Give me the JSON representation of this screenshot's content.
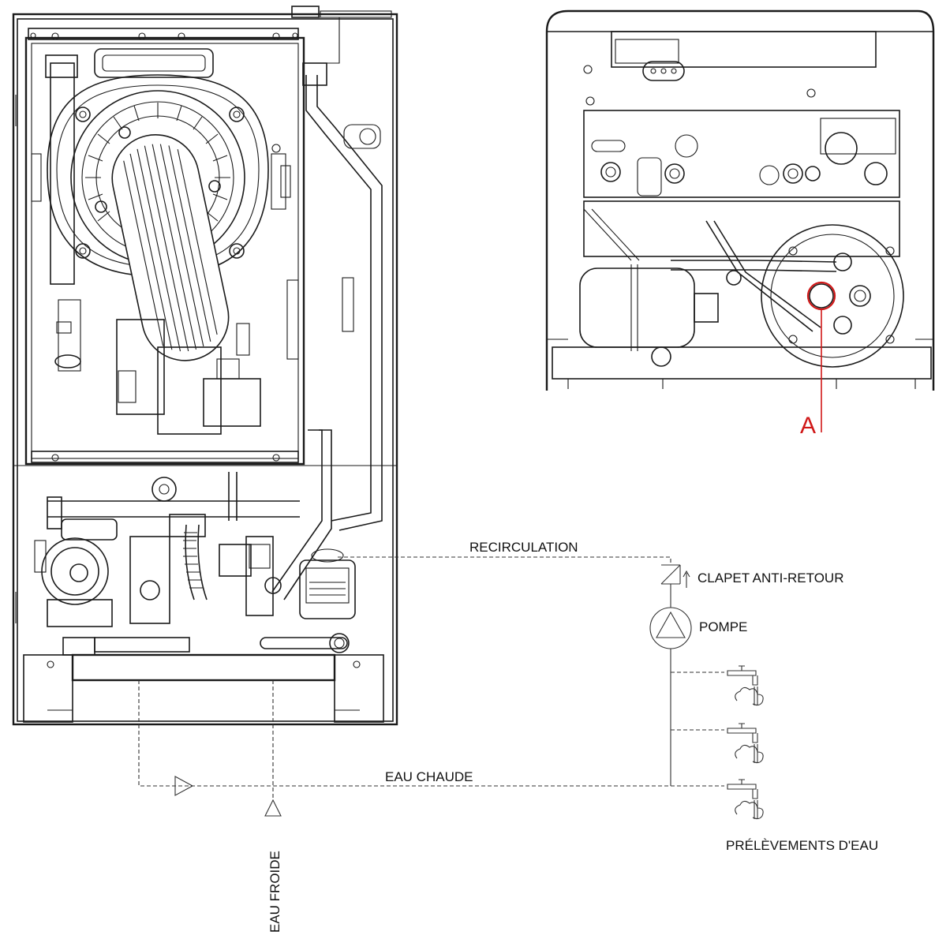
{
  "labels": {
    "recirculation": "RECIRCULATION",
    "clapet": "CLAPET ANTI-RETOUR",
    "pompe": "POMPE",
    "eau_chaude": "EAU CHAUDE",
    "eau_froide": "EAU FROIDE",
    "prelevements": "PRÉLÈVEMENTS  D'EAU",
    "marker_a": "A"
  },
  "colors": {
    "line": "#1a1a1a",
    "highlight": "#d01818",
    "background": "#ffffff"
  },
  "taps": [
    {
      "name": "tap-1"
    },
    {
      "name": "tap-2"
    },
    {
      "name": "tap-3"
    }
  ]
}
